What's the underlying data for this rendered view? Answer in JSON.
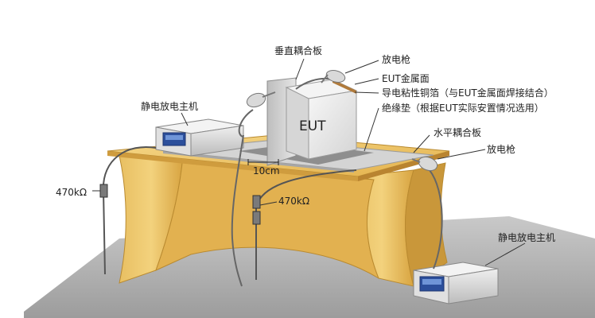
{
  "labels": {
    "vertical_plane": "垂直耦合板",
    "gun_top": "放电枪",
    "eut_surface": "EUT金属面",
    "conductive_tape": "导电粘性铜箔（与EUT金属面焊接结合）",
    "insulation": "绝缘垫（根据EUT实际安置情况选用）",
    "horizontal_plane": "水平耦合板",
    "gun_right": "放电枪",
    "esd_host_left": "静电放电主机",
    "esd_host_right": "静电放电主机",
    "eut": "EUT",
    "distance": "10cm",
    "resistor_left": "470kΩ",
    "resistor_middle": "470kΩ"
  },
  "colors": {
    "floor": "#b7b7b7",
    "table_top": "#f0c868",
    "table_side": "#d9aa45",
    "plate": "#d0d0d0",
    "eut_box": "#ececec",
    "instrument_body": "#d8d8d8",
    "instrument_panel": "#2c4f9b"
  }
}
